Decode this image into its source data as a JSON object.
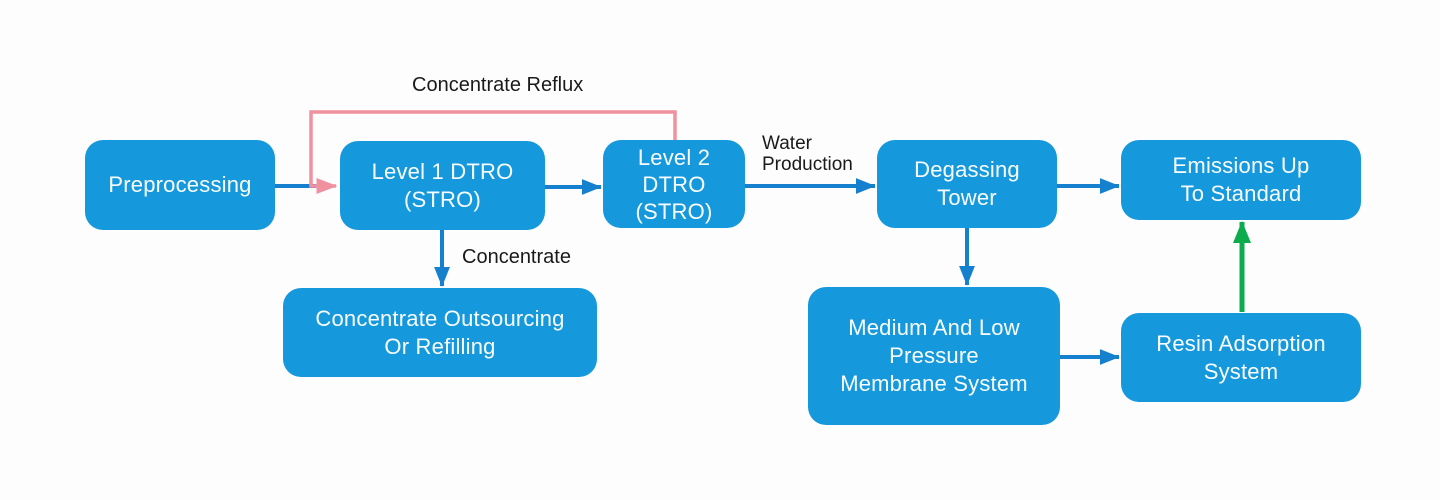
{
  "colors": {
    "background": "#fdfdfd",
    "node_fill": "#1699DC",
    "node_text": "#FAFDFF",
    "arrow_blue": "#1580CE",
    "reflux_pink": "#F0919F",
    "standard_green": "#0CAB4D",
    "label_text": "#1a1a1a"
  },
  "nodes": {
    "preprocessing": {
      "label": "Preprocessing"
    },
    "level1_dtro": {
      "label": "Level 1 DTRO\n(STRO)"
    },
    "level2_dtro": {
      "label": "Level 2\nDTRO\n(STRO)"
    },
    "degassing_tower": {
      "label": "Degassing\nTower"
    },
    "emissions": {
      "label": "Emissions Up\nTo Standard"
    },
    "concentrate_out": {
      "label": "Concentrate Outsourcing\nOr Refilling"
    },
    "membrane_system": {
      "label": "Medium And Low\nPressure\nMembrane System"
    },
    "resin_adsorption": {
      "label": "Resin Adsorption\nSystem"
    }
  },
  "edge_labels": {
    "concentrate_reflux": "Concentrate Reflux",
    "water_production": "Water\nProduction",
    "concentrate": "Concentrate"
  },
  "edges": [
    {
      "from": "preprocessing",
      "to": "level1_dtro",
      "color": "blue",
      "label": ""
    },
    {
      "from": "level2_dtro",
      "to": "level1_dtro",
      "color": "pink",
      "label": "Concentrate Reflux"
    },
    {
      "from": "level1_dtro",
      "to": "level2_dtro",
      "color": "blue",
      "label": ""
    },
    {
      "from": "level2_dtro",
      "to": "degassing_tower",
      "color": "blue",
      "label": "Water Production"
    },
    {
      "from": "degassing_tower",
      "to": "emissions",
      "color": "blue",
      "label": ""
    },
    {
      "from": "level1_dtro",
      "to": "concentrate_out",
      "color": "blue",
      "label": "Concentrate"
    },
    {
      "from": "degassing_tower",
      "to": "membrane_system",
      "color": "blue",
      "label": ""
    },
    {
      "from": "membrane_system",
      "to": "resin_adsorption",
      "color": "blue",
      "label": ""
    },
    {
      "from": "resin_adsorption",
      "to": "emissions",
      "color": "green",
      "label": ""
    }
  ]
}
